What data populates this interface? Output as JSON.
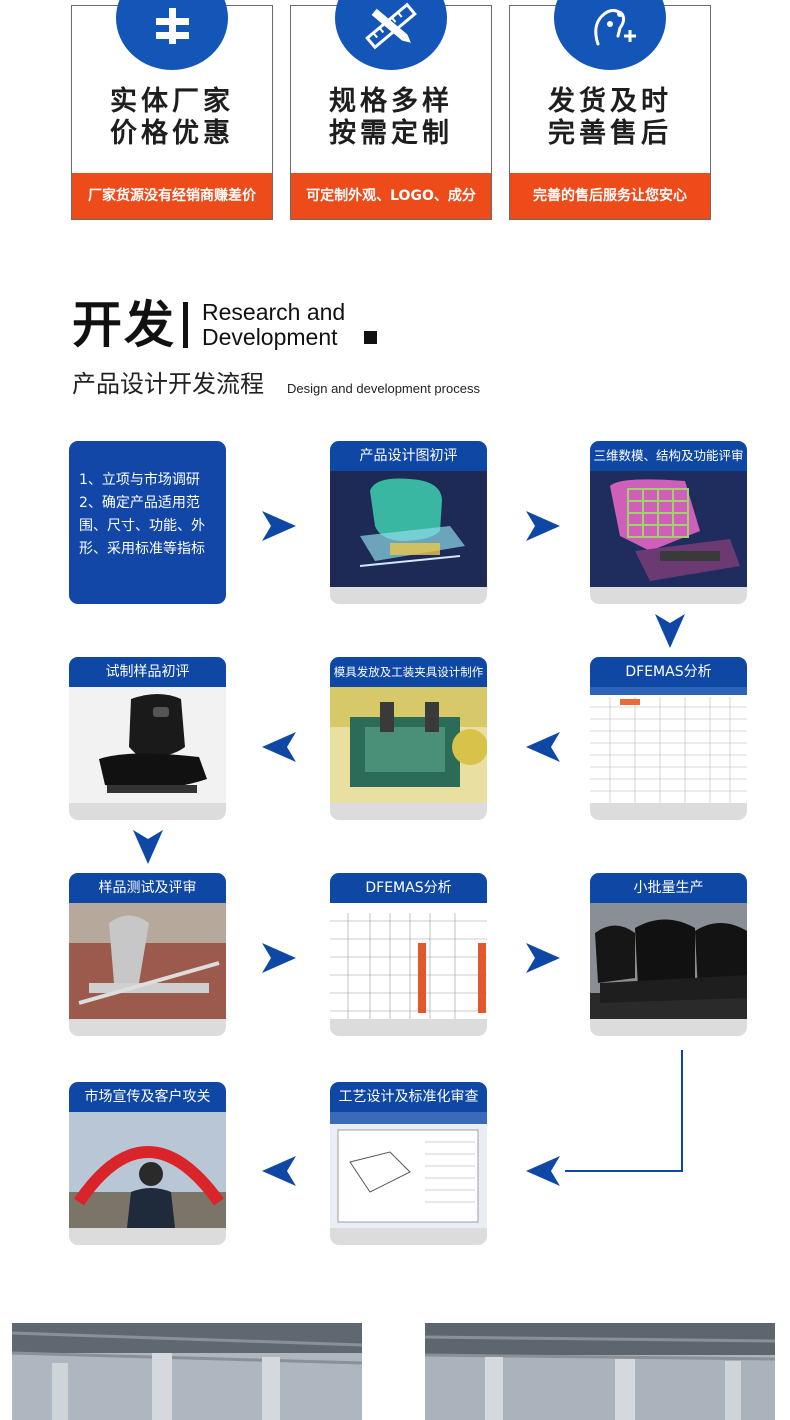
{
  "features": [
    {
      "title_line1": "实体厂家",
      "title_line2": "价格优惠",
      "band": "厂家货源没有经销商赚差价",
      "icon": "factory-icon"
    },
    {
      "title_line1": "规格多样",
      "title_line2": "按需定制",
      "band": "可定制外观、LOGO、成分",
      "icon": "ruler-pencil-icon"
    },
    {
      "title_line1": "发货及时",
      "title_line2": "完善售后",
      "band": "完善的售后服务让您安心",
      "icon": "service-person-icon"
    }
  ],
  "section": {
    "title_cn": "开发",
    "title_en_line1": "Research and",
    "title_en_line2": "Development",
    "subtitle_cn": "产品设计开发流程",
    "subtitle_en": "Design and development process"
  },
  "intro_box": {
    "lines": [
      "1、立项与市场调研",
      "2、确定产品适用范",
      "围、尺寸、功能、外",
      "形、采用标准等指标"
    ]
  },
  "steps": [
    {
      "label": "产品设计图初评"
    },
    {
      "label": "三维数模、结构及功能评审"
    },
    {
      "label": "DFEMAS分析"
    },
    {
      "label": "模具发放及工装夹具设计制作"
    },
    {
      "label": "试制样品初评"
    },
    {
      "label": "样品测试及评审"
    },
    {
      "label": "DFEMAS分析"
    },
    {
      "label": "小批量生产"
    },
    {
      "label": "工艺设计及标准化审查"
    },
    {
      "label": "市场宣传及客户攻关"
    }
  ],
  "colors": {
    "brand_blue": "#1456b8",
    "band_orange": "#ee4b1a",
    "card_blue": "#0f47a5",
    "card_gray": "#dcdcdc"
  }
}
